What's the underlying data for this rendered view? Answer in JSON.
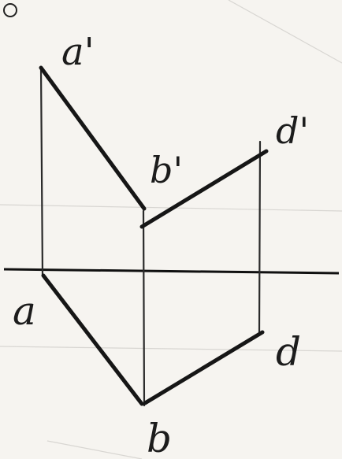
{
  "labels": {
    "a_prime": "a'",
    "b_prime": "b'",
    "d_prime": "d'",
    "a": "a",
    "b": "b",
    "d": "d"
  },
  "marker": {
    "icon": "circle-outline-icon"
  },
  "colors": {
    "ink": "#161616",
    "paper": "#f6f4f0"
  }
}
